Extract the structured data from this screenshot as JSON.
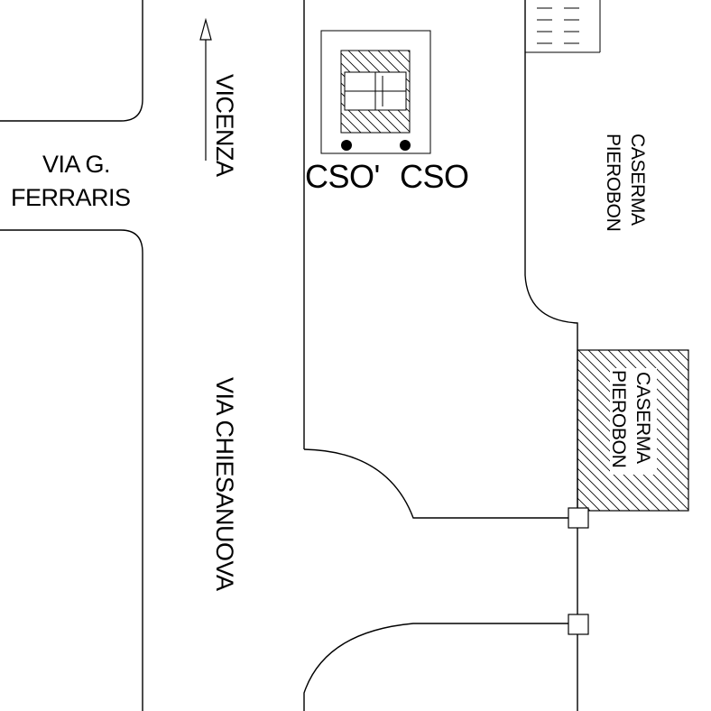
{
  "streets": {
    "via_ferraris_line1": "VIA G.",
    "via_ferraris_line2": "FERRARIS",
    "vicenza": "VICENZA",
    "via_chiesanuova": "VIA CHIESANUOVA"
  },
  "buildings": {
    "caserma_top_line1": "CASERMA",
    "caserma_top_line2": "PIEROBON",
    "caserma_block_line1": "CASERMA",
    "caserma_block_line2": "PIEROBON"
  },
  "device_labels": {
    "left": "CSO'",
    "right": "CSO"
  },
  "icons": {
    "direction": "north-arrow-icon"
  }
}
